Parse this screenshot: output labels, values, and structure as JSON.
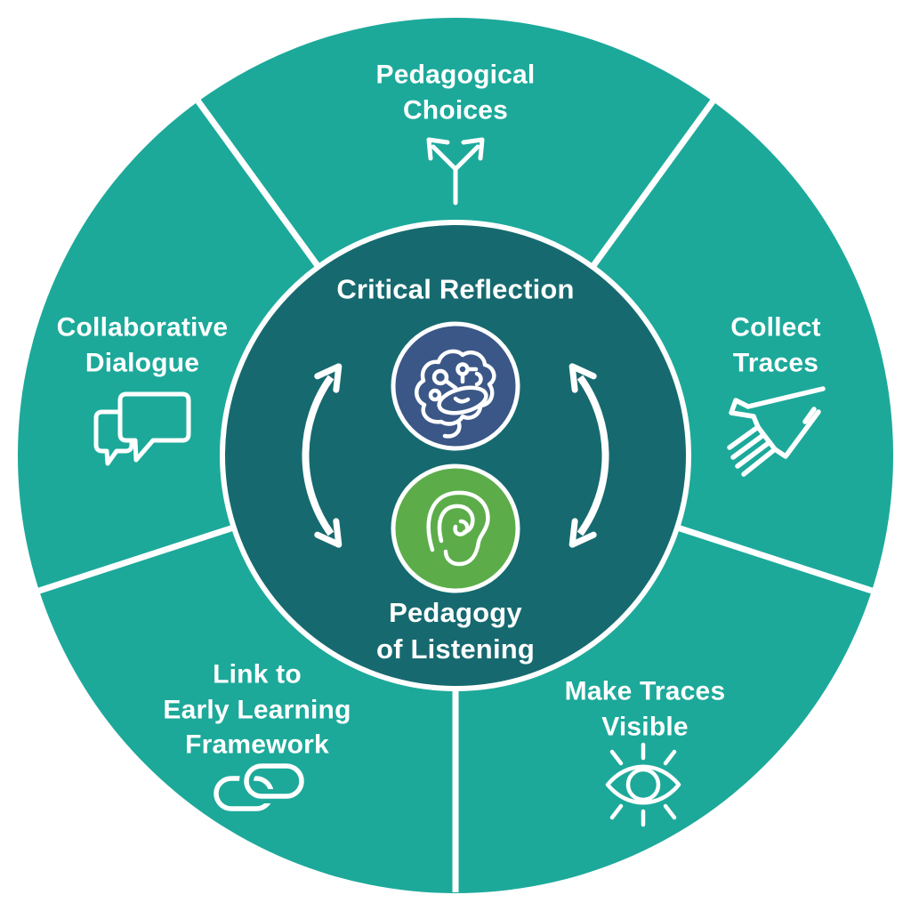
{
  "diagram": {
    "type": "circular-cycle-wheel",
    "segment_count": 5
  },
  "colors": {
    "background": "#ffffff",
    "outer_ring": "#1ca99a",
    "inner_circle": "#166a6f",
    "brain_badge": "#3b5787",
    "ear_badge": "#5cad4a",
    "lines_and_text": "#ffffff"
  },
  "center": {
    "top_label": "Critical Reflection",
    "top_icon": "brain-icon",
    "bottom_label": "Pedagogy\nof Listening",
    "bottom_icon": "ear-icon",
    "cycle_arrows": [
      "curved-double-arrow-left",
      "curved-double-arrow-right"
    ]
  },
  "segments": [
    {
      "position": "top",
      "label": "Pedagogical\nChoices",
      "icon": "branching-arrows-icon"
    },
    {
      "position": "right",
      "label": "Collect\nTraces",
      "icon": "hand-icon"
    },
    {
      "position": "bottom-right",
      "label": "Make Traces\nVisible",
      "icon": "eye-icon"
    },
    {
      "position": "bottom-left",
      "label": "Link to\nEarly Learning\nFramework",
      "icon": "chain-link-icon"
    },
    {
      "position": "left",
      "label": "Collaborative\nDialogue",
      "icon": "speech-bubbles-icon"
    }
  ]
}
